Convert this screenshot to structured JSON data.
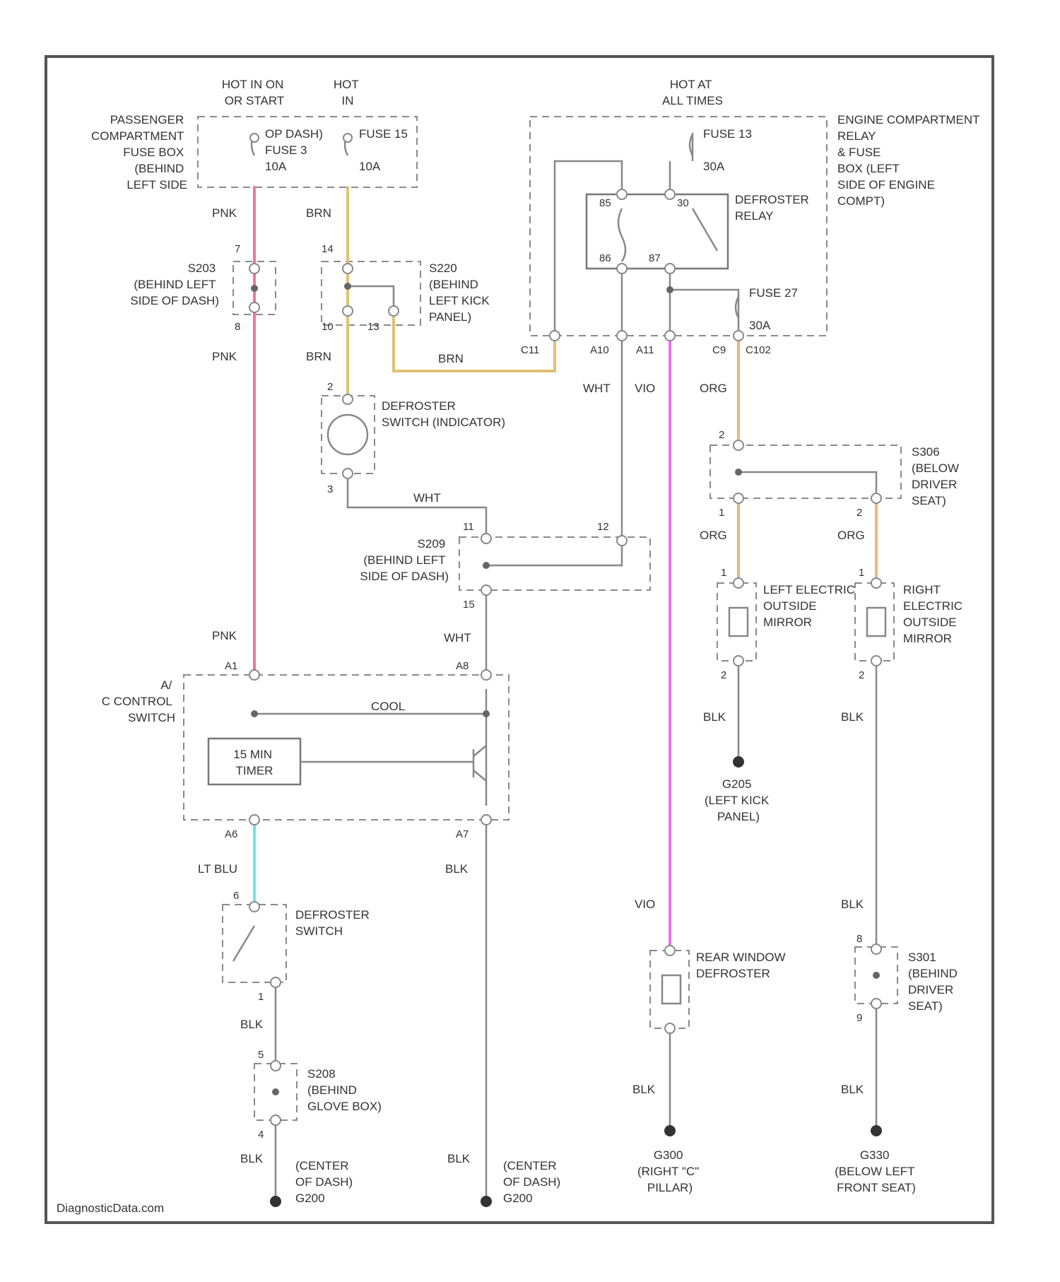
{
  "labels": {
    "hot_run_start": [
      "HOT IN ON",
      "OR START"
    ],
    "hot_in": [
      "HOT",
      "IN"
    ],
    "hot_all": [
      "HOT AT",
      "ALL TIMES"
    ],
    "pass_fuse_box": [
      "PASSENGER",
      "COMPARTMENT",
      "FUSE BOX",
      "(BEHIND",
      "LEFT SIDE"
    ],
    "fuse_left": [
      "OP DASH)",
      "FUSE 3",
      "10A"
    ],
    "fuse_15a": [
      "FUSE 15",
      "10A"
    ],
    "fuse_13": [
      "FUSE 13",
      "30A"
    ],
    "engine_comp": [
      "ENGINE COMPARTMENT",
      "RELAY",
      "& FUSE",
      "BOX (LEFT",
      "SIDE OF ENGINE",
      "COMPT)"
    ],
    "defroster_relay": [
      "DEFROSTER",
      "RELAY"
    ],
    "fuse_27": [
      "FUSE 27",
      "30A"
    ],
    "s203": [
      "S203",
      "(BEHIND LEFT",
      "SIDE OF DASH)"
    ],
    "s220": [
      "S220",
      "(BEHIND",
      "LEFT KICK",
      "PANEL)"
    ],
    "defroster_switch_ind": [
      "DEFROSTER",
      "SWITCH (INDICATOR)"
    ],
    "s209": [
      "S209",
      "(BEHIND LEFT",
      "SIDE OF DASH)"
    ],
    "s306": [
      "S306",
      "(BELOW",
      "DRIVER",
      "SEAT)"
    ],
    "left_mirror": [
      "LEFT ELECTRIC",
      "OUTSIDE",
      "MIRROR"
    ],
    "right_mirror": [
      "RIGHT",
      "ELECTRIC",
      "OUTSIDE",
      "MIRROR"
    ],
    "ac_control": [
      "A/",
      "C CONTROL",
      "SWITCH"
    ],
    "timer": [
      "15 MIN",
      "TIMER"
    ],
    "g205": [
      "G205",
      "(LEFT KICK",
      "PANEL)"
    ],
    "defroster_switch": [
      "DEFROSTER",
      "SWITCH"
    ],
    "rear_defroster": [
      "REAR WINDOW",
      "DEFROSTER"
    ],
    "s301": [
      "S301",
      "(BEHIND",
      "DRIVER",
      "SEAT)"
    ],
    "s208": [
      "S208",
      "(BEHIND",
      "GLOVE BOX)"
    ],
    "g_center_1": [
      "(CENTER",
      "OF DASH)",
      "G200"
    ],
    "g_center_2": [
      "(CENTER",
      "OF DASH)",
      "G200"
    ],
    "g300": [
      "G300",
      "(RIGHT \"C\"",
      "PILLAR)"
    ],
    "g330": [
      "G330",
      "(BELOW LEFT",
      "FRONT SEAT)"
    ],
    "cool_label": "COOL",
    "watermark": "DiagnosticData.com"
  },
  "wire_colors": {
    "pnk": "PNK",
    "brn": "BRN",
    "wht": "WHT",
    "vio": "VIO",
    "org": "ORG",
    "lt_blu": "LT BLU",
    "blk": "BLK"
  },
  "pins": {
    "p7": "7",
    "p8": "8",
    "p14": "14",
    "p10": "10",
    "p13": "13",
    "p30": "30",
    "p85": "85",
    "p86": "86",
    "p87": "87",
    "c11": "C11",
    "a10": "A10",
    "a11": "A11",
    "c9": "C9",
    "c102": "C102",
    "p2": "2",
    "p3": "3",
    "p11": "11",
    "p12": "12",
    "p15": "15",
    "p1": "1",
    "a1": "A1",
    "a8": "A8",
    "a6": "A6",
    "a7": "A7",
    "p6": "6",
    "p5": "5",
    "p4": "4",
    "p9": "9"
  },
  "colors": {
    "pnk": "#f5739a",
    "brn": "#e0c277",
    "wht": "#c8c8c8",
    "vio": "#e873ee",
    "org": "#f5b27a",
    "lt_blu": "#6ee6ea",
    "blk": "#777777"
  }
}
